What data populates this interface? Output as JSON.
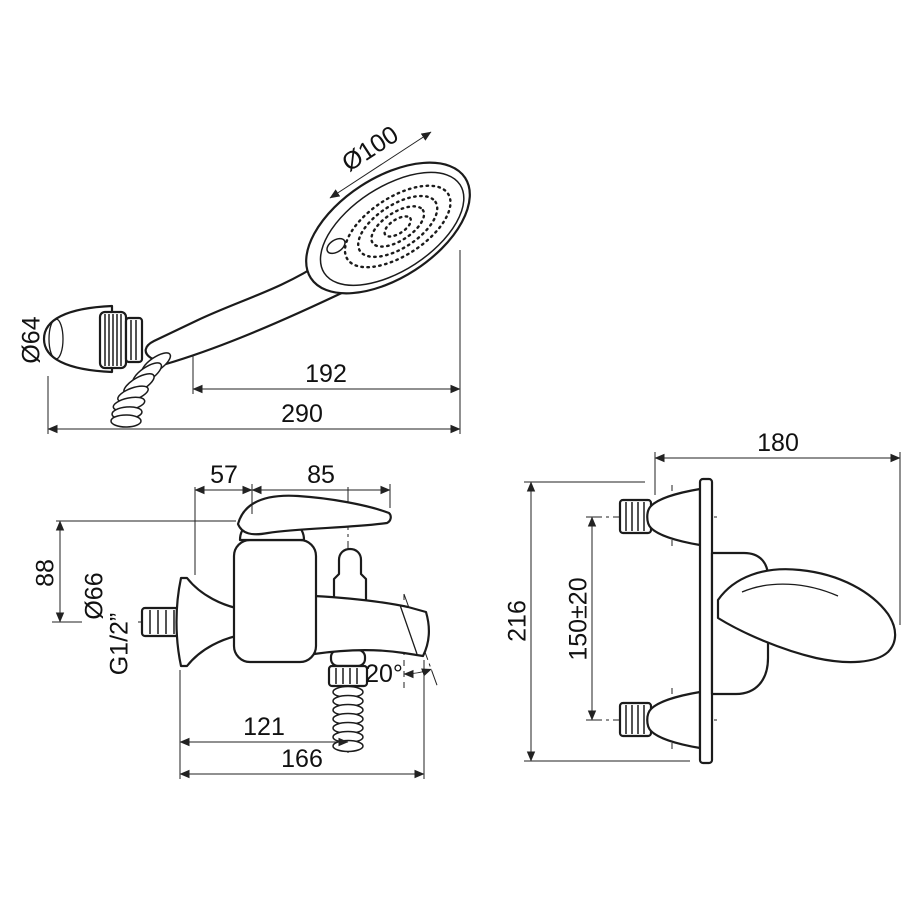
{
  "page": {
    "background": "#ffffff",
    "line_color": "#1b1b1b"
  },
  "views": {
    "hand_shower": {
      "label": "hand-shower-with-wall-holder",
      "dims": {
        "head_diameter": "Ø100",
        "holder_diameter": "Ø64",
        "upper_length": "192",
        "total_length": "290"
      }
    },
    "mixer_front": {
      "label": "bath-mixer-front-view",
      "dims": {
        "center_to_wall": "57",
        "center_to_handle_tip": "85",
        "handle_height": "88",
        "flange_diameter": "Ø66",
        "connection_thread": "G1/2”",
        "spout_angle": "20°",
        "spout_reach": "121",
        "total_reach": "166"
      }
    },
    "mixer_side": {
      "label": "bath-mixer-side-view",
      "dims": {
        "total_depth": "180",
        "total_height": "216",
        "inlet_distance": "150±20"
      }
    }
  }
}
